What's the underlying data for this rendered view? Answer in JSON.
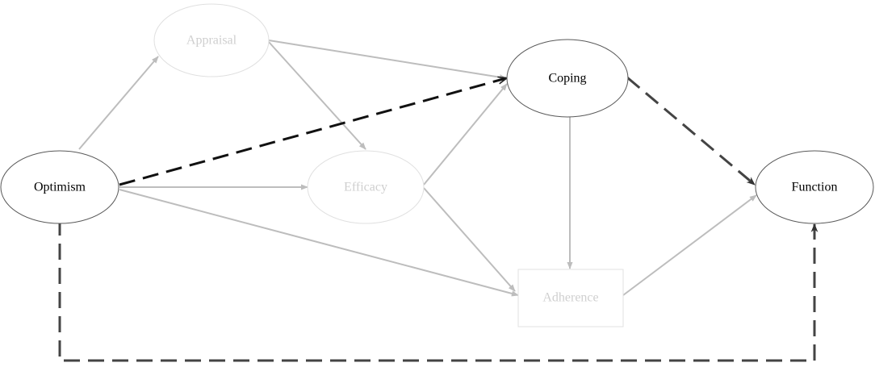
{
  "diagram": {
    "nodes": {
      "optimism": {
        "label": "Optimism"
      },
      "appraisal": {
        "label": "Appraisal"
      },
      "efficacy": {
        "label": "Efficacy"
      },
      "coping": {
        "label": "Coping"
      },
      "adherence": {
        "label": "Adherence"
      },
      "function": {
        "label": "Function"
      }
    },
    "colors": {
      "highlight_stroke": "#595959",
      "highlight_text": "#000000",
      "faded_stroke": "#bdbdbd",
      "faded_text": "#cfcfcf",
      "faded_box": "#e2e2e2",
      "dashed_primary": "#111111",
      "dashed_secondary": "#444444"
    }
  }
}
